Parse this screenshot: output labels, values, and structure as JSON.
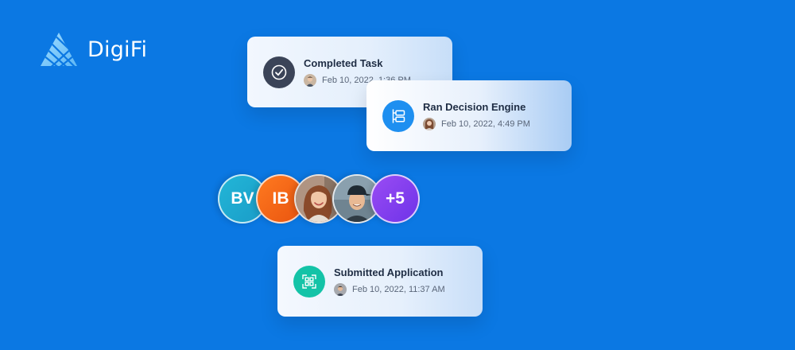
{
  "brand": {
    "name": "DigiFi",
    "background_color": "#0b78e3",
    "logo_icon": "pyramid-logo-icon"
  },
  "activity": [
    {
      "title": "Completed Task",
      "timestamp": "Feb 10, 2022, 1:36 PM",
      "icon": "check-circle-icon",
      "icon_color": "#3b4458"
    },
    {
      "title": "Ran Decision Engine",
      "timestamp": "Feb 10, 2022, 4:49 PM",
      "icon": "decision-flow-icon",
      "icon_color": "#1e8ff0"
    },
    {
      "title": "Submitted Application",
      "timestamp": "Feb 10, 2022, 11:37 AM",
      "icon": "grid-icon",
      "icon_color": "#14c3a7"
    }
  ],
  "team": {
    "initials": [
      "BV",
      "IB"
    ],
    "overflow_label": "+5",
    "initial_colors": [
      "#1fa9d2",
      "#f26a17"
    ],
    "overflow_color": "#7c3aed"
  }
}
